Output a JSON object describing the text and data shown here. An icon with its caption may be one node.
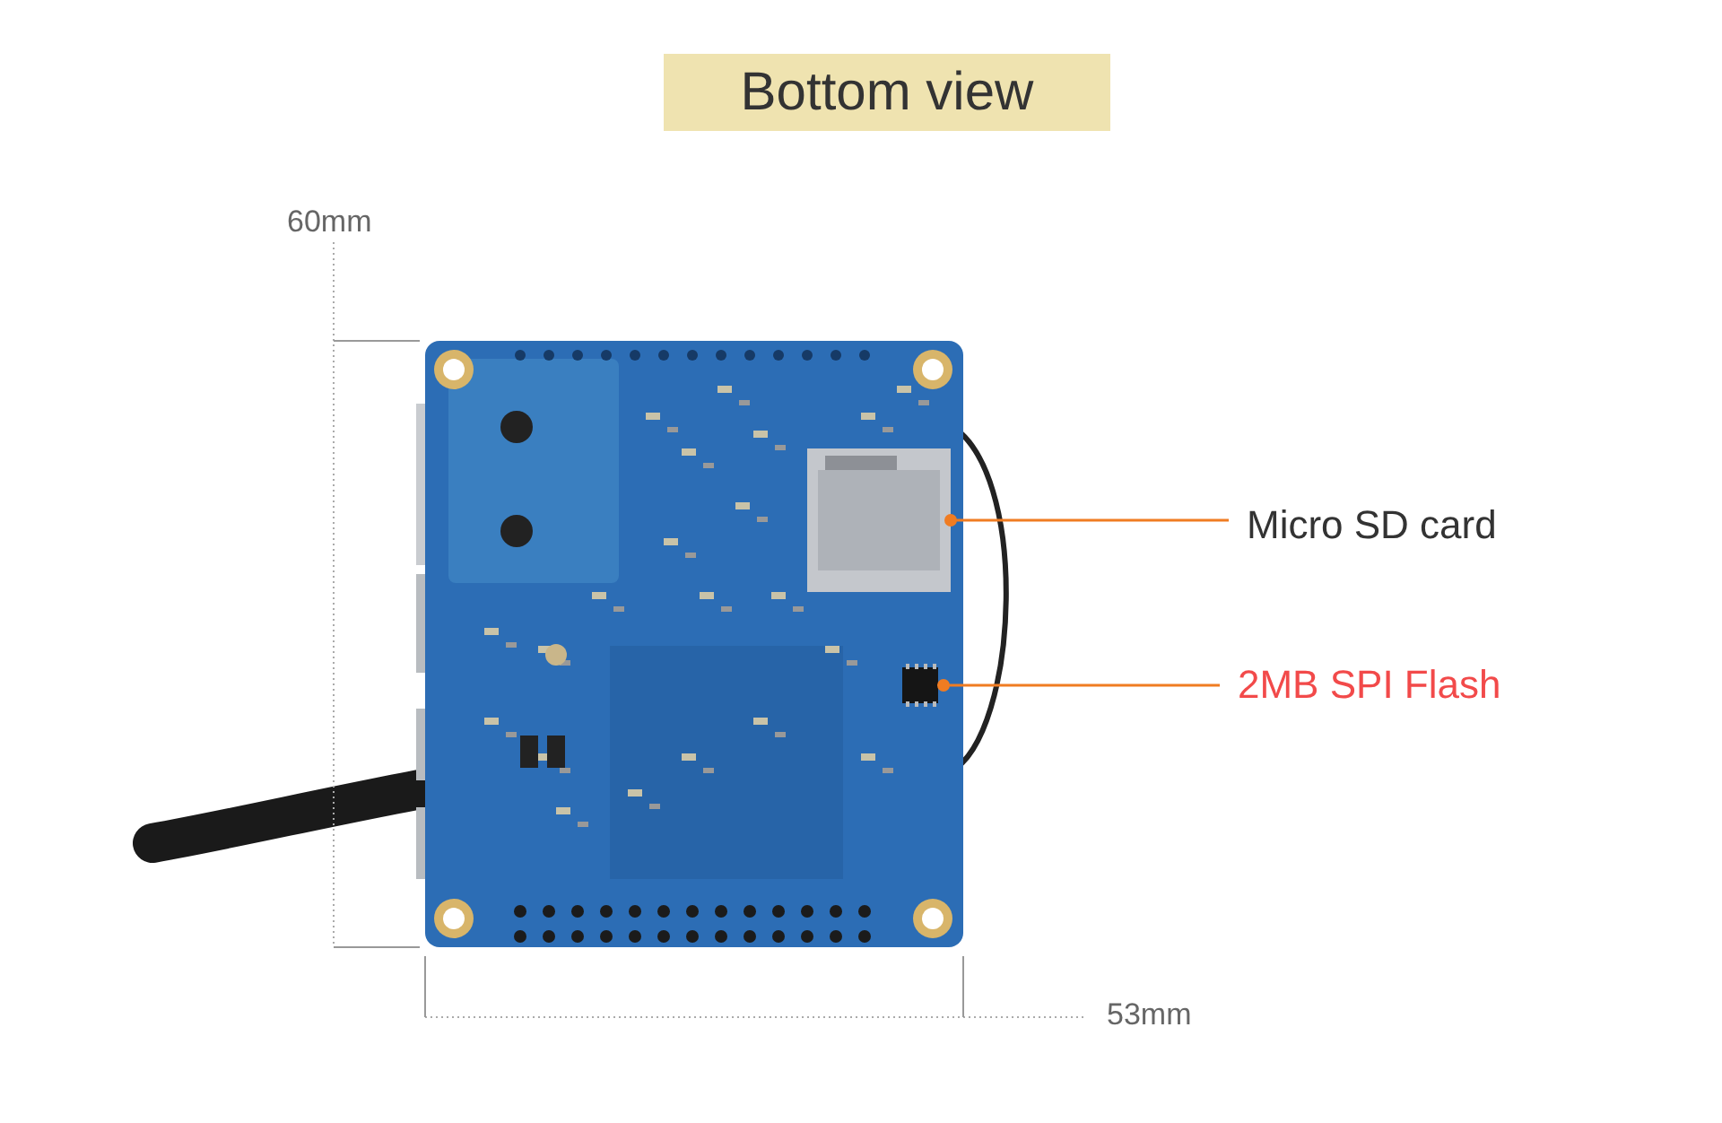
{
  "diagram": {
    "title": "Bottom view",
    "nodes": [
      {
        "text": [
          "Micro SD card"
        ]
      },
      {
        "text": [],
        "shape": "box"
      },
      {
        "text": [
          "2MB SPI Flash"
        ]
      },
      {
        "text": [],
        "shape": "box"
      }
    ],
    "edges": [
      {
        "from": 0,
        "to": 1,
        "arrow": "other"
      },
      {
        "from": 2,
        "to": 3,
        "arrow": "other"
      }
    ],
    "labels": [
      "60mm",
      "53mm"
    ]
  }
}
